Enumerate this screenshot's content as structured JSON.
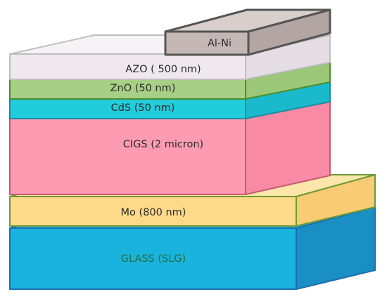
{
  "diagram": {
    "layers": [
      {
        "label": "GLASS (SLG)",
        "text_color": "#1f6e3a",
        "front": "#1ab3dd",
        "side": "#1a8fc4",
        "top": "#2ec4ea",
        "edge": "#1c6fb0"
      },
      {
        "label": "Mo (800 nm)",
        "text_color": "#2a2a2a",
        "front": "#fdd98a",
        "side": "#f8cc74",
        "top": "#fde6aa",
        "edge": "#6d9a35"
      },
      {
        "label": "CIGS (2 micron)",
        "text_color": "#2a2a2a",
        "front": "#fd9bb2",
        "side": "#f98aa5",
        "top": "#fdb6c6",
        "edge": "#c95a72"
      },
      {
        "label": "CdS (50 nm)",
        "text_color": "#2a2a2a",
        "front": "#21ccdb",
        "side": "#1ab9cc",
        "top": "#5fdce6",
        "edge": "#1a8fa3"
      },
      {
        "label": "ZnO (50 nm)",
        "text_color": "#2a2a2a",
        "front": "#a8cf86",
        "side": "#9cc779",
        "top": "#c2dfa8",
        "edge": "#4c8f2e"
      },
      {
        "label": "AZO ( 500 nm)",
        "text_color": "#2a2a2a",
        "front": "#efe9ef",
        "side": "#e4dde4",
        "top": "#f6f2f6",
        "edge": "#bfbfbf"
      }
    ],
    "contact": {
      "label": "Al-Ni",
      "text_color": "#2a2a2a",
      "front": "#c4b7b5",
      "side": "#b3a5a3",
      "top": "#d8cfcd",
      "edge": "#555555"
    }
  }
}
